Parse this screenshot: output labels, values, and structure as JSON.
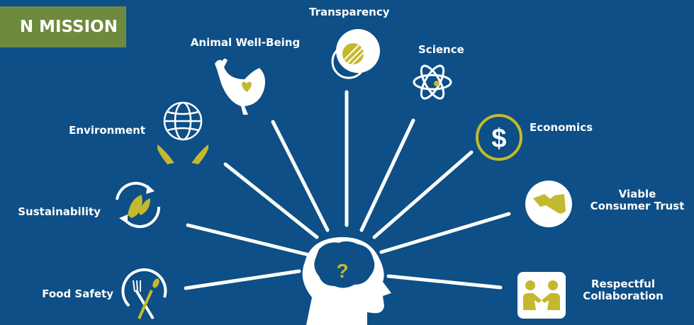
{
  "banner": {
    "text": "N MISSION"
  },
  "labels": {
    "transparency": "Transparency",
    "science": "Science",
    "animal_well_being": "Animal Well-Being",
    "economics": "Economics",
    "environment": "Environment",
    "viable_consumer_trust_line1": "Viable",
    "viable_consumer_trust_line2": "Consumer Trust",
    "sustainability": "Sustainability",
    "respectful_collaboration_line1": "Respectful",
    "respectful_collaboration_line2": "Collaboration",
    "food_safety": "Food Safety",
    "question_mark": "?"
  },
  "colors": {
    "background": "#0d4f86",
    "accent": "#c4b92e",
    "banner": "#6e8a3e",
    "foreground": "#ffffff"
  },
  "icons": [
    "brain-head-icon",
    "transparency-circles-icon",
    "atom-icon",
    "chicken-icon",
    "dollar-icon",
    "globe-hands-icon",
    "handshake-icon",
    "recycle-leaf-icon",
    "collaboration-people-icon",
    "fork-knife-wheat-icon"
  ]
}
